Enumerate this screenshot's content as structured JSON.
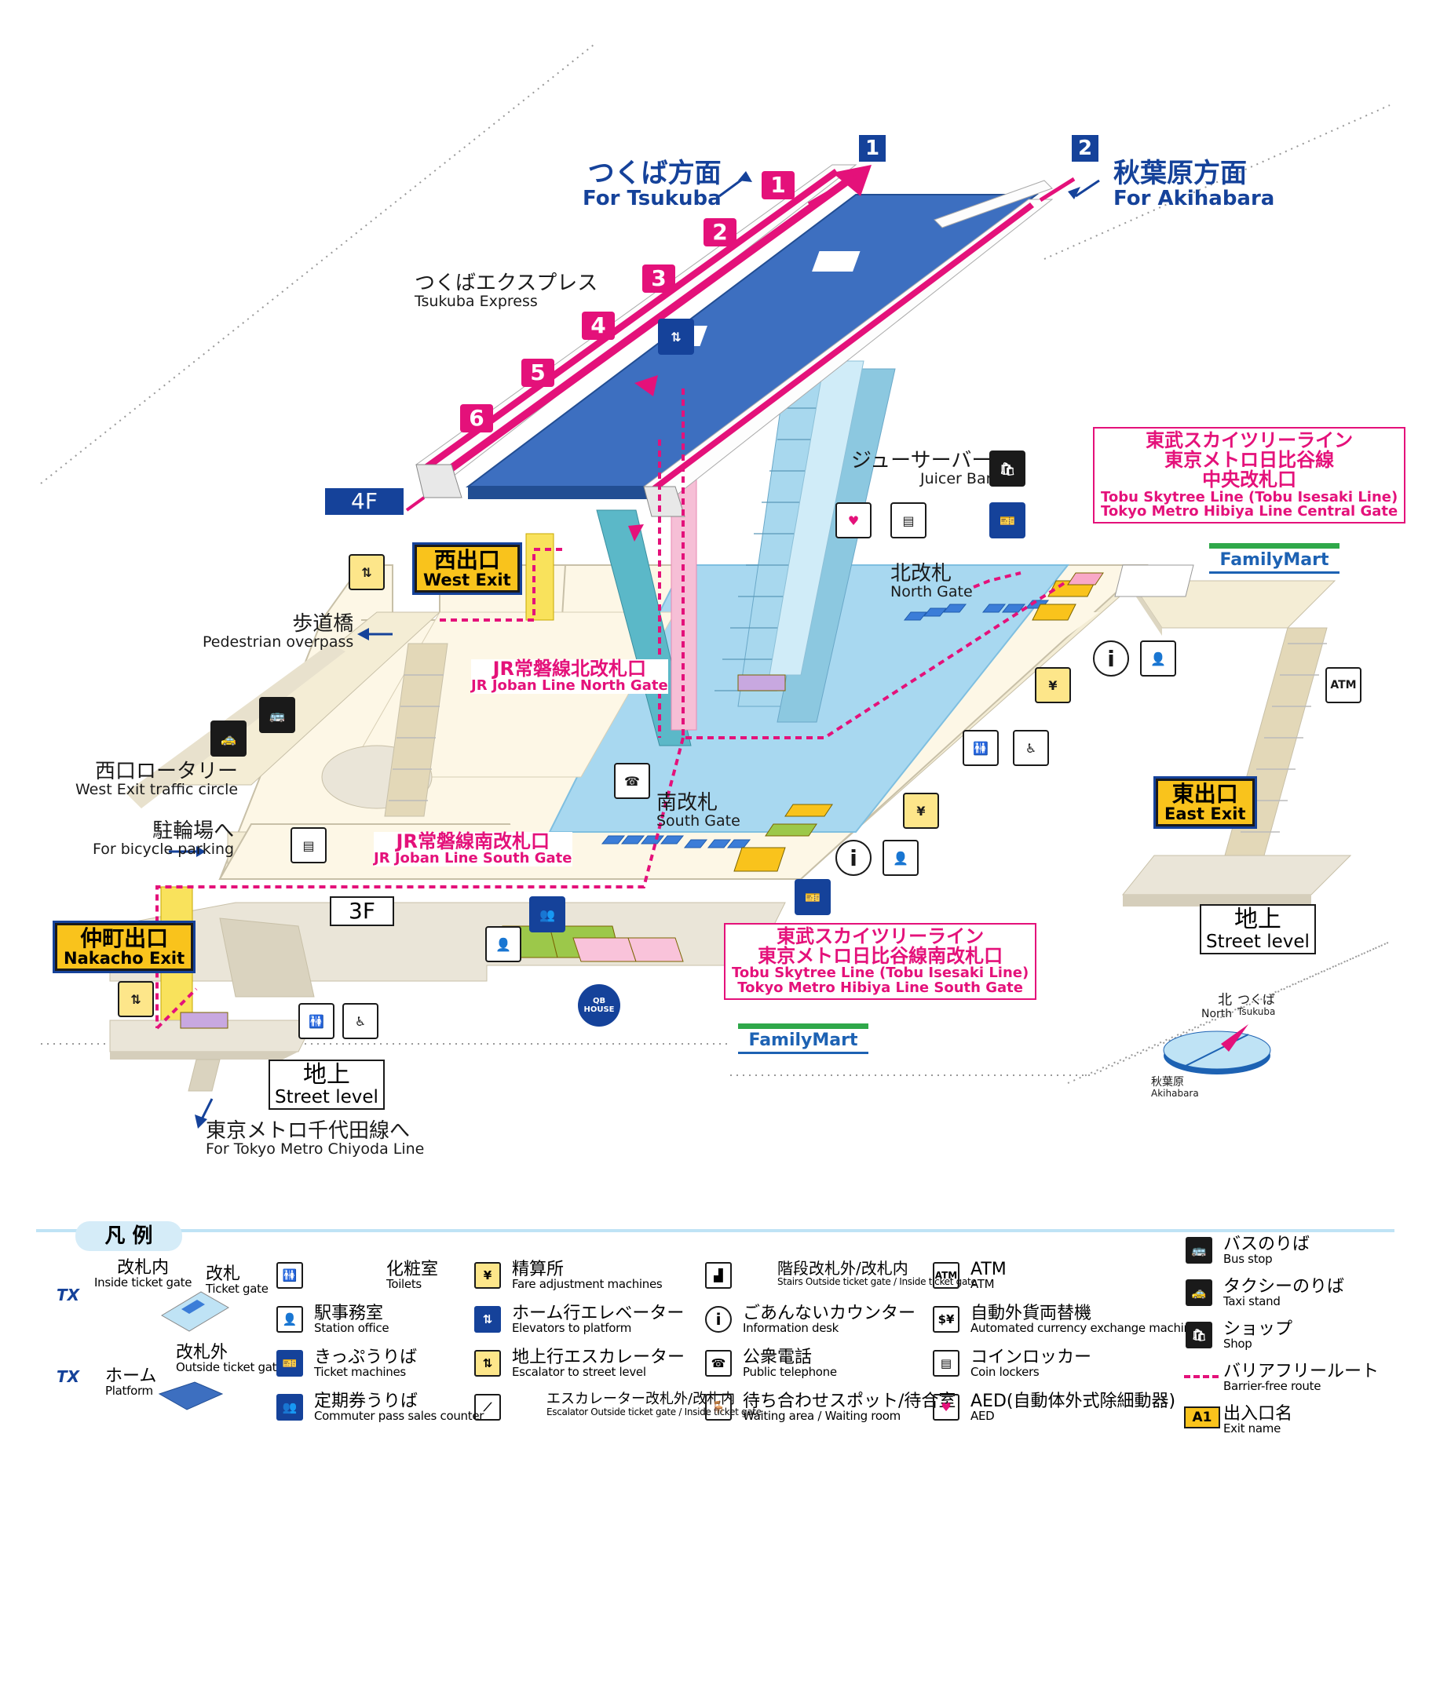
{
  "platform": {
    "floor": "4F",
    "line": {
      "ja": "つくばエクスプレス",
      "en": "Tsukuba Express"
    },
    "direction_tsukuba": {
      "ja": "つくば方面",
      "en": "For Tsukuba"
    },
    "direction_akihabara": {
      "ja": "秋葉原方面",
      "en": "For Akihabara"
    },
    "track1": "1",
    "track2": "2",
    "cars": [
      "1",
      "2",
      "3",
      "4",
      "5",
      "6"
    ]
  },
  "concourse": {
    "floor": "3F",
    "north_gate": {
      "ja": "北改札",
      "en": "North Gate"
    },
    "south_gate": {
      "ja": "南改札",
      "en": "South Gate"
    },
    "juicer_bar": {
      "ja": "ジューサーバー",
      "en": "Juicer Bar"
    }
  },
  "exits": {
    "west": {
      "ja": "西出口",
      "en": "West Exit"
    },
    "east": {
      "ja": "東出口",
      "en": "East Exit"
    },
    "nakacho": {
      "ja": "仲町出口",
      "en": "Nakacho Exit"
    }
  },
  "places": {
    "pedestrian_overpass": {
      "ja": "歩道橋",
      "en": "Pedestrian overpass"
    },
    "west_traffic_circle": {
      "ja": "西口ロータリー",
      "en": "West Exit traffic circle"
    },
    "bicycle_parking": {
      "ja": "駐輪場へ",
      "en": "For bicycle parking"
    },
    "tokyo_metro_chiyoda": {
      "ja": "東京メトロ千代田線へ",
      "en": "For Tokyo Metro Chiyoda Line"
    },
    "street_level_west": {
      "ja": "地上",
      "en": "Street level"
    },
    "street_level_east": {
      "ja": "地上",
      "en": "Street level"
    },
    "familymart": "FamilyMart",
    "familymart2": "FamilyMart",
    "qb_house": "QB HOUSE",
    "atm": "ATM"
  },
  "transfer_gates": {
    "jr_north": {
      "ja": "JR常磐線北改札口",
      "en": "JR Joban Line North Gate"
    },
    "jr_south": {
      "ja": "JR常磐線南改札口",
      "en": "JR Joban Line South Gate"
    },
    "tobu_central": {
      "ja1": "東武スカイツリーライン",
      "ja2": "東京メトロ日比谷線",
      "ja3": "中央改札口",
      "en1": "Tobu Skytree Line (Tobu Isesaki Line)",
      "en2": "Tokyo Metro Hibiya Line Central Gate"
    },
    "tobu_south": {
      "ja1": "東武スカイツリーライン",
      "ja2": "東京メトロ日比谷線南改札口",
      "en1": "Tobu Skytree Line (Tobu Isesaki Line)",
      "en2": "Tokyo Metro Hibiya Line South Gate"
    }
  },
  "compass": {
    "north_ja": "北",
    "north_en": "North",
    "tsukuba_ja": "つくば",
    "tsukuba_en": "Tsukuba",
    "akihabara_ja": "秋葉原",
    "akihabara_en": "Akihabara"
  },
  "legend": {
    "title": "凡 例",
    "inside_gate": {
      "ja": "改札内",
      "en": "Inside ticket gate"
    },
    "ticket_gate": {
      "ja": "改札",
      "en": "Ticket gate"
    },
    "outside_gate": {
      "ja": "改札外",
      "en": "Outside ticket gate"
    },
    "platform": {
      "ja": "ホーム",
      "en": "Platform"
    },
    "items": [
      {
        "ja": "化粧室",
        "en": "Toilets"
      },
      {
        "ja": "駅事務室",
        "en": "Station office"
      },
      {
        "ja": "きっぷうりば",
        "en": "Ticket machines"
      },
      {
        "ja": "定期券うりば",
        "en": "Commuter pass sales counter"
      },
      {
        "ja": "精算所",
        "en": "Fare adjustment machines"
      },
      {
        "ja": "ホーム行エレベーター",
        "en": "Elevators to platform"
      },
      {
        "ja": "地上行エスカレーター",
        "en": "Escalator to street level"
      },
      {
        "ja": "エスカレーター改札外/改札内",
        "en": "Escalator Outside ticket gate / Inside ticket gate"
      },
      {
        "ja": "階段改札外/改札内",
        "en": "Stairs Outside ticket gate / Inside ticket gate"
      },
      {
        "ja": "ごあんないカウンター",
        "en": "Information desk"
      },
      {
        "ja": "公衆電話",
        "en": "Public telephone"
      },
      {
        "ja": "待ち合わせスポット/待合室",
        "en": "Waiting area / Waiting room"
      },
      {
        "ja": "ATM",
        "en": "ATM"
      },
      {
        "ja": "自動外貨両替機",
        "en": "Automated currency exchange machine"
      },
      {
        "ja": "コインロッカー",
        "en": "Coin lockers"
      },
      {
        "ja": "AED(自動体外式除細動器)",
        "en": "AED"
      },
      {
        "ja": "バスのりば",
        "en": "Bus stop"
      },
      {
        "ja": "タクシーのりば",
        "en": "Taxi stand"
      },
      {
        "ja": "ショップ",
        "en": "Shop"
      },
      {
        "ja": "バリアフリールート",
        "en": "Barrier-free route"
      },
      {
        "ja": "出入口名",
        "en": "Exit name"
      }
    ],
    "exit_sample": "A1",
    "atm_icon": "ATM",
    "tx_mark": "TX"
  },
  "colors": {
    "navy": "#15429a",
    "pink": "#e4117a",
    "yellow": "#f9c31c",
    "platform_blue": "#3d6fc0",
    "concourse_blue": "#a8d8f0"
  }
}
